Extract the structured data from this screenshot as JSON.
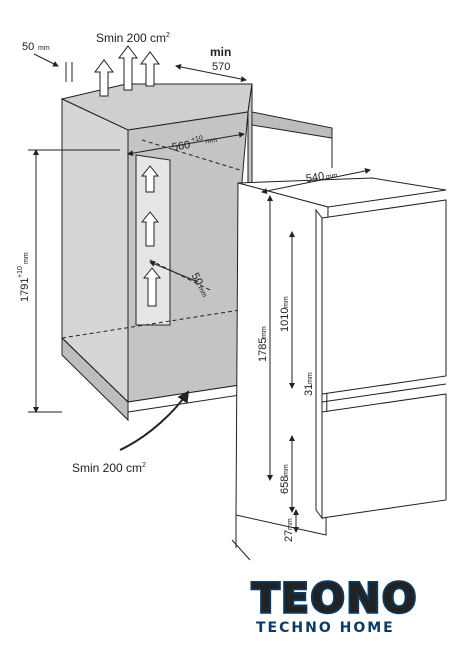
{
  "labels": {
    "smin_top": "Smin 200 cm",
    "smin_top_sup": "2",
    "smin_bottom": "Smin 200 cm",
    "smin_bottom_sup": "2",
    "d50_top": "50",
    "d50_top_unit": "mm",
    "min": "min",
    "d570": "570",
    "d560": "560",
    "d560_sup": "+10",
    "d560_unit": "mm",
    "d540": "540",
    "d540_unit": "mm",
    "d50_inner": "50",
    "d50_inner_unit": "mm",
    "d1791": "1791",
    "d1791_sup": "+10",
    "d1791_unit": "mm",
    "d1785": "1785",
    "d1785_unit": "mm",
    "d1010": "1010",
    "d1010_unit": "mm",
    "d31": "31",
    "d31_unit": "mm",
    "d658": "658",
    "d658_unit": "mm",
    "d27": "27",
    "d27_unit": "mm"
  },
  "logo": {
    "brand": "TEONO",
    "tagline": "TECHNO HOME"
  },
  "colors": {
    "line": "#222222",
    "cabinet_fill": "#d4d4d4",
    "cabinet_dark": "#c2c2c2",
    "fridge_fill": "#ffffff",
    "logo_blue": "#0b3a64",
    "logo_light": "#d0d6dc"
  }
}
